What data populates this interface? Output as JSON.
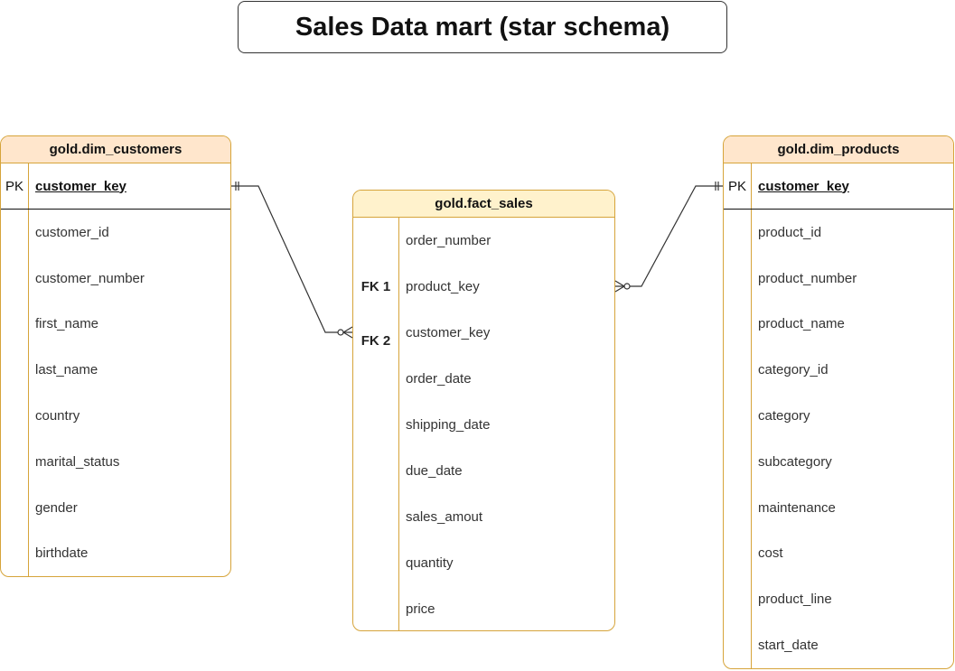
{
  "title": "Sales Data mart (star schema)",
  "dim_customers": {
    "name": "gold.dim_customers",
    "pk_label": "PK",
    "pk_field": "customer_key",
    "fields": [
      "customer_id",
      "customer_number",
      "first_name",
      "last_name",
      "country",
      "marital_status",
      "gender",
      "birthdate"
    ]
  },
  "fact_sales": {
    "name": "gold.fact_sales",
    "fields": [
      "order_number",
      "product_key",
      "customer_key",
      "order_date",
      "shipping_date",
      "due_date",
      "sales_amout",
      "quantity",
      "price"
    ],
    "fk_labels": [
      "FK 1",
      "FK 2"
    ]
  },
  "dim_products": {
    "name": "gold.dim_products",
    "pk_label": "PK",
    "pk_field": "customer_key",
    "fields": [
      "product_id",
      "product_number",
      "product_name",
      "category_id",
      "category",
      "subcategory",
      "maintenance",
      "cost",
      "product_line",
      "start_date"
    ]
  },
  "colors": {
    "table_border": "#d6a43a",
    "header_fill": "#ffe6cc",
    "fact_header_fill": "#fff2cc",
    "line": "#333333"
  }
}
